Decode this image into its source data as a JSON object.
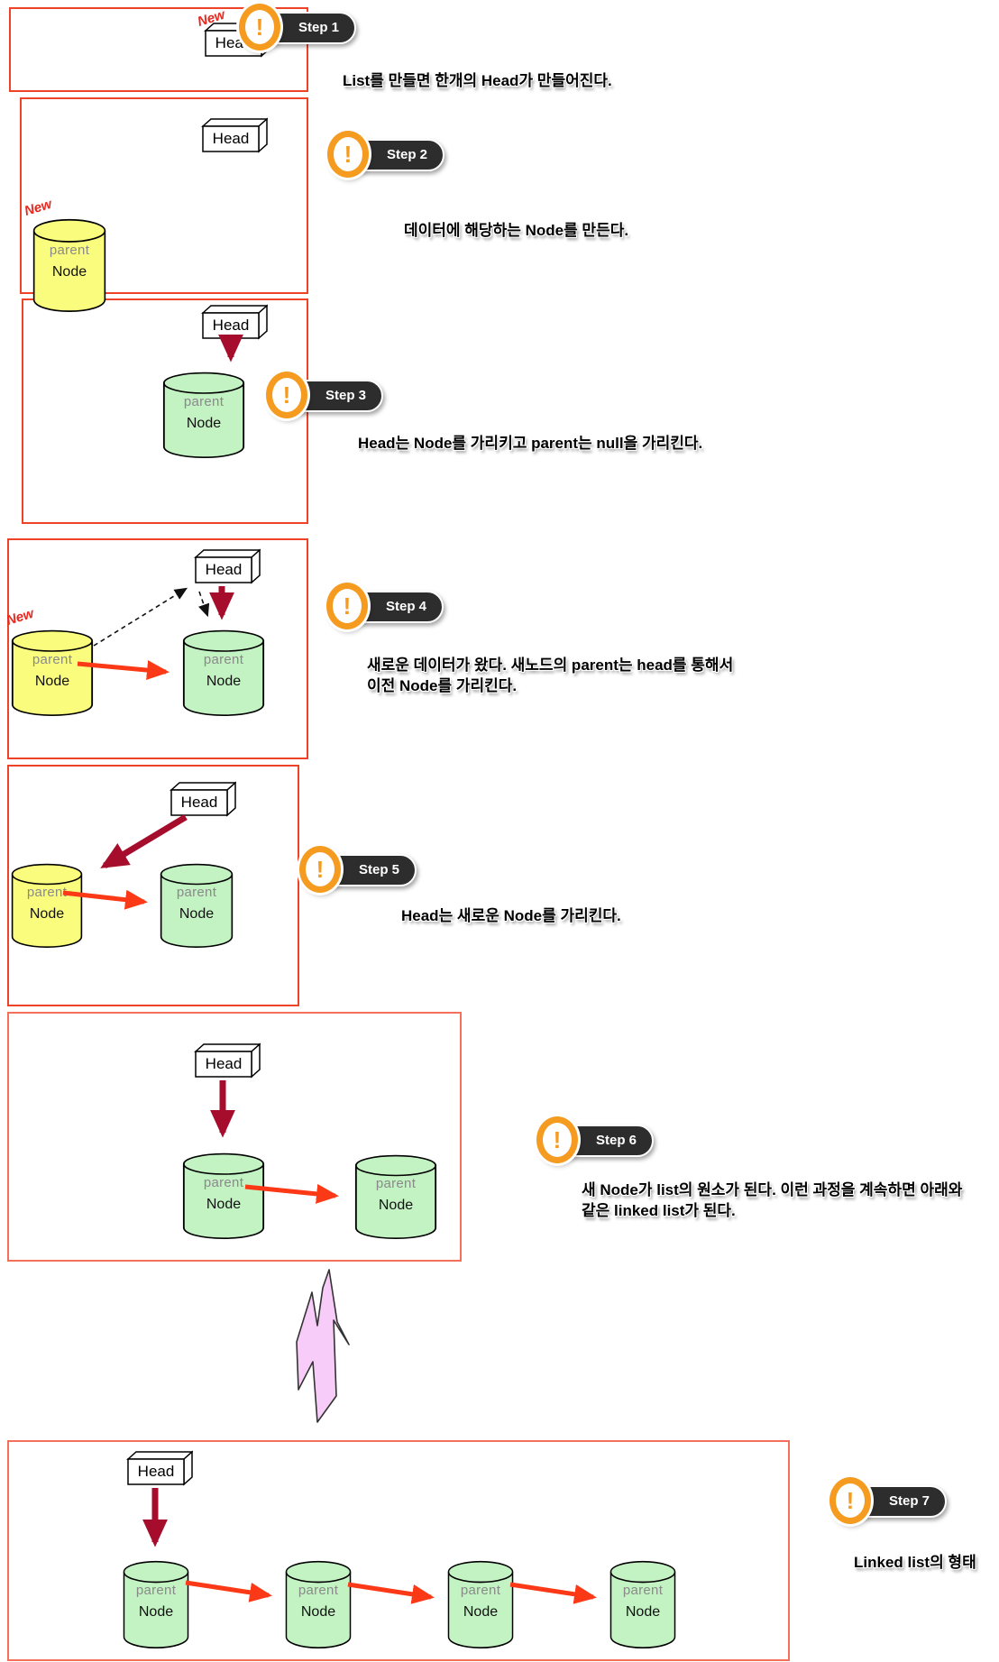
{
  "labels": {
    "head": "Head",
    "parent": "parent",
    "node": "Node",
    "new": "New"
  },
  "icons": {
    "alert": "!"
  },
  "steps": [
    {
      "badge": "Step 1",
      "desc": "List를 만들면 한개의 Head가 만들어진다."
    },
    {
      "badge": "Step 2",
      "desc": "데이터에 해당하는  Node를 만든다."
    },
    {
      "badge": "Step 3",
      "desc": "Head는 Node를 가리키고 parent는 null을 가리킨다."
    },
    {
      "badge": "Step 4",
      "desc": "새로운 데이터가 왔다. 새노드의 parent는 head를 통해서",
      "desc2": "이전 Node를 가리킨다."
    },
    {
      "badge": "Step 5",
      "desc": "Head는 새로운 Node를 가리킨다."
    },
    {
      "badge": "Step 6",
      "desc": "새 Node가 list의 원소가 된다. 이런 과정을 계속하면 아래와",
      "desc2": "같은 linked list가 된다."
    },
    {
      "badge": "Step 7",
      "desc": "Linked list의 형태"
    }
  ],
  "colors": {
    "box_border": "#ee4328",
    "box_border_light": "#f4705a",
    "node_yellow": "#fafc7d",
    "node_green": "#c3f2c3",
    "arrow_maroon": "#a60d2c",
    "arrow_red": "#fc3917",
    "dashed_black": "#111111",
    "badge_orange": "#f59b20",
    "badge_dark": "#2d2d2d",
    "lightning_pink": "#f8ccf8",
    "new_red": "#e8281e"
  }
}
